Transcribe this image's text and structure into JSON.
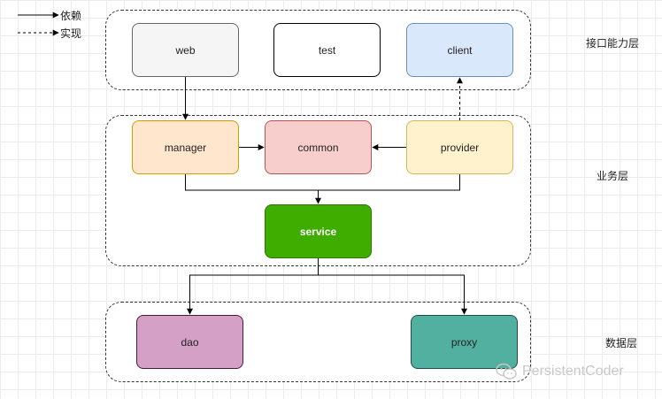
{
  "legend": {
    "depends_label": "依赖",
    "implements_label": "实现"
  },
  "layers": {
    "interface": "接口能力层",
    "business": "业务层",
    "data": "数据层"
  },
  "nodes": {
    "web": {
      "label": "web",
      "fill": "#f5f5f5",
      "stroke": "#666666"
    },
    "test": {
      "label": "test",
      "fill": "#ffffff",
      "stroke": "#000000"
    },
    "client": {
      "label": "client",
      "fill": "#dae8fc",
      "stroke": "#6c8ebf"
    },
    "manager": {
      "label": "manager",
      "fill": "#ffe6cc",
      "stroke": "#d79b00"
    },
    "common": {
      "label": "common",
      "fill": "#f8cecc",
      "stroke": "#b85450"
    },
    "provider": {
      "label": "provider",
      "fill": "#fff2cc",
      "stroke": "#d6b656"
    },
    "service": {
      "label": "service",
      "fill": "#3fac00",
      "stroke": "#2d7600"
    },
    "dao": {
      "label": "dao",
      "fill": "#d5a0c6",
      "stroke": "#4a1a3a"
    },
    "proxy": {
      "label": "proxy",
      "fill": "#52b0a0",
      "stroke": "#1f4f47"
    }
  },
  "watermark": {
    "text": "PersistentCoder",
    "icon": "wechat-icon"
  }
}
